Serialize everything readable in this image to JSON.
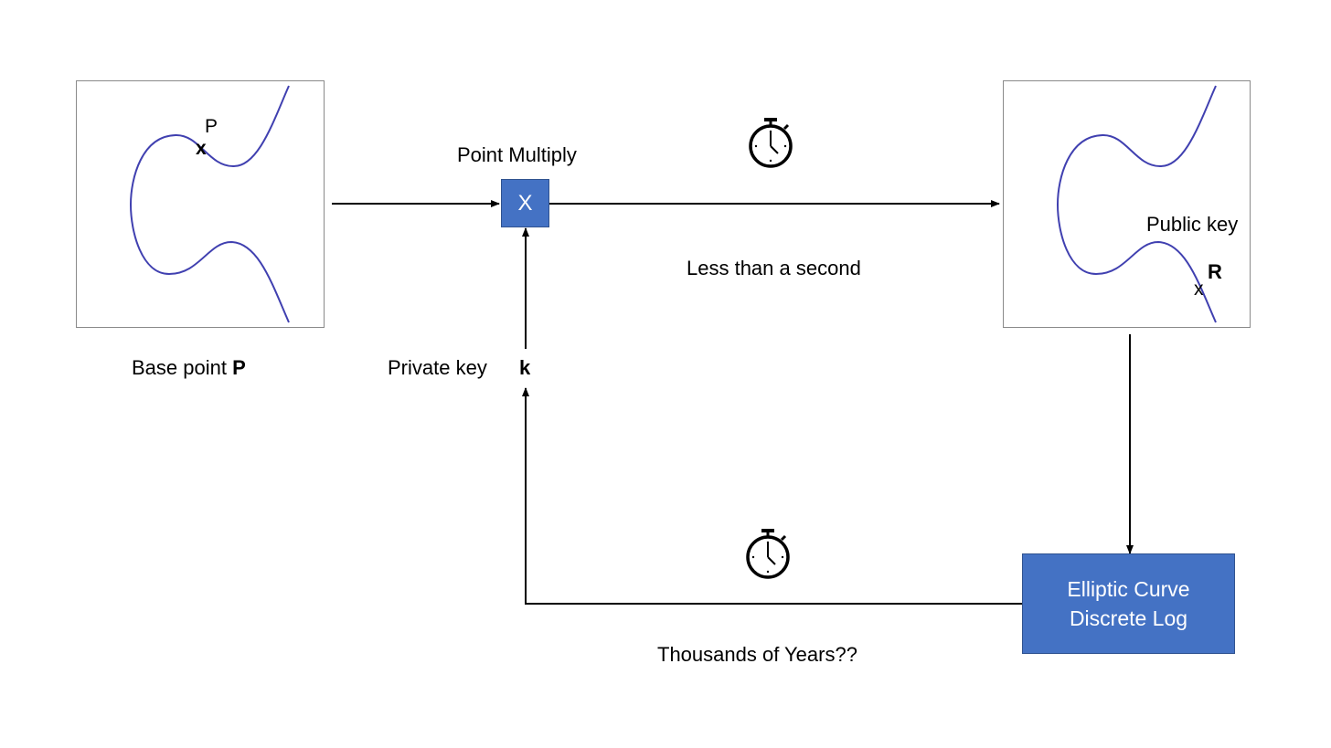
{
  "base_point": {
    "caption": "Base point",
    "caption_symbol": "P",
    "point_label": "P",
    "point_marker": "x"
  },
  "point_multiply": {
    "title": "Point Multiply",
    "symbol": "X"
  },
  "private_key": {
    "label": "Private key",
    "symbol": "k"
  },
  "public_key": {
    "label": "Public key",
    "point_label": "R",
    "point_marker": "x"
  },
  "forward": {
    "time_text": "Less than a second",
    "icon": "stopwatch-icon"
  },
  "reverse": {
    "time_text": "Thousands of Years??",
    "icon": "stopwatch-icon"
  },
  "ecdl": {
    "line1": "Elliptic Curve",
    "line2": "Discrete Log"
  },
  "colors": {
    "curve": "#4040b0",
    "box_fill": "#4472c4",
    "box_border": "#2f528f",
    "arrow": "#000000",
    "panel_border": "#8a8a8a"
  }
}
